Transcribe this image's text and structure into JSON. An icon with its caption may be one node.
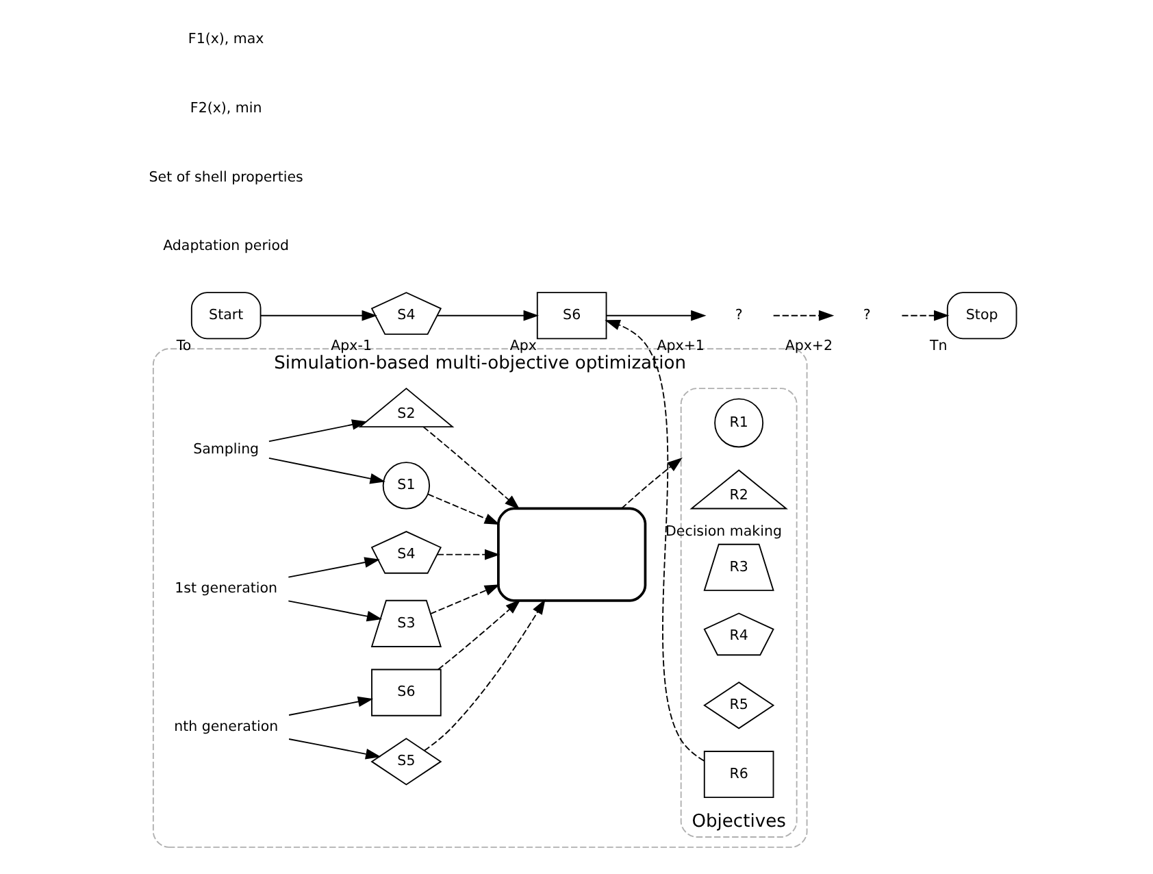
{
  "diagram": {
    "nodes": [
      {
        "text": [
          "Start"
        ],
        "beside": [
          "To"
        ]
      },
      {
        "text": [
          "S4"
        ],
        "beside": [
          "Apx-1"
        ]
      },
      {
        "text": [
          "S6"
        ],
        "beside": [
          "Apx"
        ]
      },
      {
        "text": [
          "?"
        ],
        "beside": [
          "Apx+1"
        ]
      },
      {
        "text": [
          "?"
        ],
        "beside": [
          "Apx+2"
        ]
      },
      {
        "text": [
          "Stop"
        ],
        "beside": [
          "Tn"
        ]
      },
      {
        "text": [
          "Simulation-based multi-objective optimization"
        ]
      },
      {
        "text": [
          "Sampling"
        ],
        "in": 6
      },
      {
        "text": [
          "S1"
        ],
        "in": 6
      },
      {
        "text": [
          "S2"
        ],
        "in": 6
      },
      {
        "text": [
          "1st generation"
        ],
        "in": 6
      },
      {
        "text": [
          "S3"
        ],
        "in": 6
      },
      {
        "text": [
          "S4"
        ],
        "in": 6
      },
      {
        "text": [
          "nth generation"
        ],
        "in": 6
      },
      {
        "text": [
          "S5"
        ],
        "in": 6
      },
      {
        "text": [
          "S6"
        ],
        "in": 6
      },
      {
        "text": [],
        "shape": "box",
        "in": 6
      },
      {
        "text": [
          "Objectives"
        ],
        "in": 6
      },
      {
        "text": [
          "R1"
        ],
        "in": 17
      },
      {
        "text": [
          "R2"
        ],
        "in": 17
      },
      {
        "text": [
          "R3"
        ],
        "in": 17
      },
      {
        "text": [
          "R4"
        ],
        "in": 17
      },
      {
        "text": [
          "R5"
        ],
        "in": 17
      },
      {
        "text": [
          "R6"
        ],
        "in": 17
      }
    ],
    "edges": [
      {
        "from": 0,
        "to": 1,
        "arrow": "to"
      },
      {
        "from": 1,
        "to": 2,
        "arrow": "to"
      },
      {
        "from": 2,
        "to": 3,
        "arrow": "to"
      },
      {
        "from": 3,
        "to": 4,
        "arrow": "to",
        "style": "dashed"
      },
      {
        "from": 4,
        "to": 5,
        "arrow": "to",
        "style": "dashed"
      },
      {
        "from": 7,
        "to": 8,
        "arrow": "to"
      },
      {
        "from": 7,
        "to": 9,
        "arrow": "to"
      },
      {
        "from": 10,
        "to": 11,
        "arrow": "to"
      },
      {
        "from": 10,
        "to": 12,
        "arrow": "to"
      },
      {
        "from": 13,
        "to": 14,
        "arrow": "to"
      },
      {
        "from": 13,
        "to": 15,
        "arrow": "to"
      },
      {
        "from": 8,
        "to": 16,
        "arrow": "to",
        "style": "dashed"
      },
      {
        "from": 9,
        "to": 16,
        "arrow": "to",
        "style": "dashed"
      },
      {
        "from": 11,
        "to": 16,
        "arrow": "to",
        "style": "dashed"
      },
      {
        "from": 12,
        "to": 16,
        "arrow": "to",
        "style": "dashed"
      },
      {
        "from": 14,
        "to": 16,
        "arrow": "to",
        "style": "dashed"
      },
      {
        "from": 15,
        "to": 16,
        "arrow": "to",
        "style": "dashed"
      },
      {
        "from": 16,
        "to": 17,
        "arrow": "to",
        "style": "dashed"
      },
      {
        "from": 23,
        "to": 2,
        "arrow": "to",
        "style": "dashed",
        "label": "Decision making"
      }
    ],
    "labels": [
      "Adaptation period",
      "Set of shell properties",
      "F2(x), min",
      "F1(x), max"
    ]
  }
}
